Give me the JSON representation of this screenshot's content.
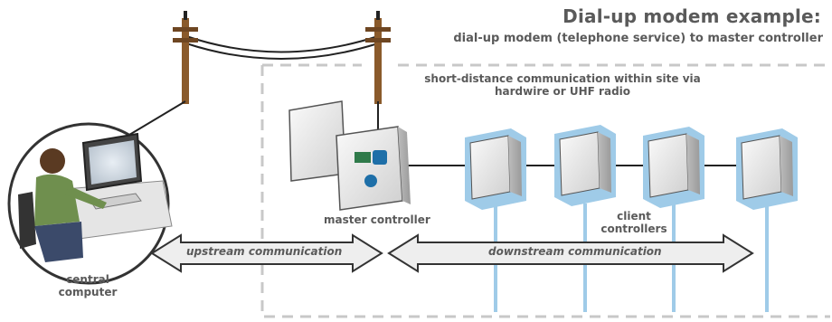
{
  "title": "Dial-up modem example:",
  "subtitle": "dial-up modem (telephone service) to master controller",
  "site_note": "short-distance communication within site via hardwire or UHF radio",
  "labels": {
    "master_controller": "master controller",
    "client_controllers": "client controllers",
    "central_computer": "central computer"
  },
  "arrows": {
    "upstream": "upstream communication",
    "downstream": "downstream communication"
  },
  "colors": {
    "text": "#5a5a5a",
    "dashed_border": "#c8c8c8",
    "arrow_fill": "#eeeeee",
    "glow": "#9fcbe8",
    "pole": "#8a5a2b",
    "wire": "#222222"
  }
}
